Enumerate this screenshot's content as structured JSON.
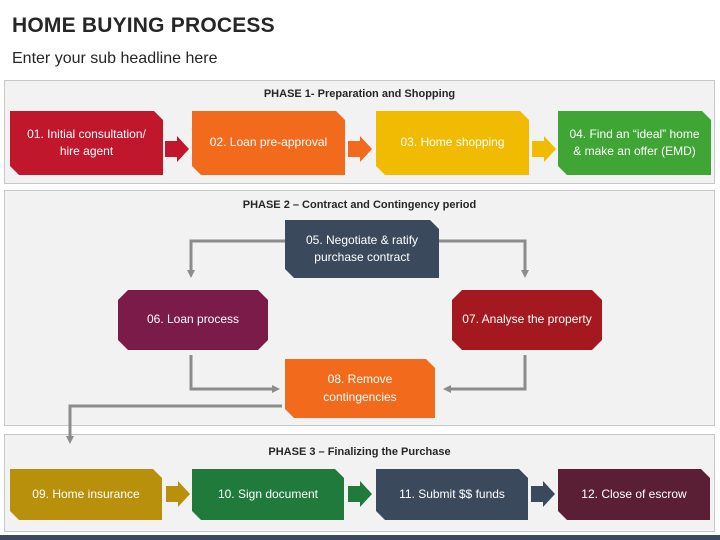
{
  "header": {
    "title": "HOME BUYING PROCESS",
    "subtitle": "Enter your sub headline here"
  },
  "phases": [
    {
      "title": "PHASE 1- Preparation and Shopping",
      "steps": [
        {
          "label": "01. Initial consultation/ hire agent",
          "color": "#c0172c"
        },
        {
          "label": "02. Loan pre-approval",
          "color": "#f26b1d"
        },
        {
          "label": "03. Home shopping",
          "color": "#f0bb00"
        },
        {
          "label": "04. Find an “ideal” home & make an offer (EMD)",
          "color": "#3fa535"
        }
      ]
    },
    {
      "title": "PHASE 2 – Contract and Contingency period",
      "steps": [
        {
          "label": "05. Negotiate & ratify purchase contract",
          "color": "#3a4a5c"
        },
        {
          "label": "06. Loan process",
          "color": "#7b1b4a"
        },
        {
          "label": "07. Analyse the property",
          "color": "#a3191f"
        },
        {
          "label": "08. Remove contingencies",
          "color": "#f26b1d"
        }
      ]
    },
    {
      "title": "PHASE 3 – Finalizing the Purchase",
      "steps": [
        {
          "label": "09. Home insurance",
          "color": "#b8900b"
        },
        {
          "label": "10. Sign document",
          "color": "#1f7a3c"
        },
        {
          "label": "11. Submit $$ funds",
          "color": "#3a4a5c"
        },
        {
          "label": "12. Close of escrow",
          "color": "#5a1f35"
        }
      ]
    }
  ],
  "colors": {
    "connector_gray": "#8c8c8c",
    "panel_bg": "#f2f2f2",
    "footer": "#3a4a5c"
  }
}
